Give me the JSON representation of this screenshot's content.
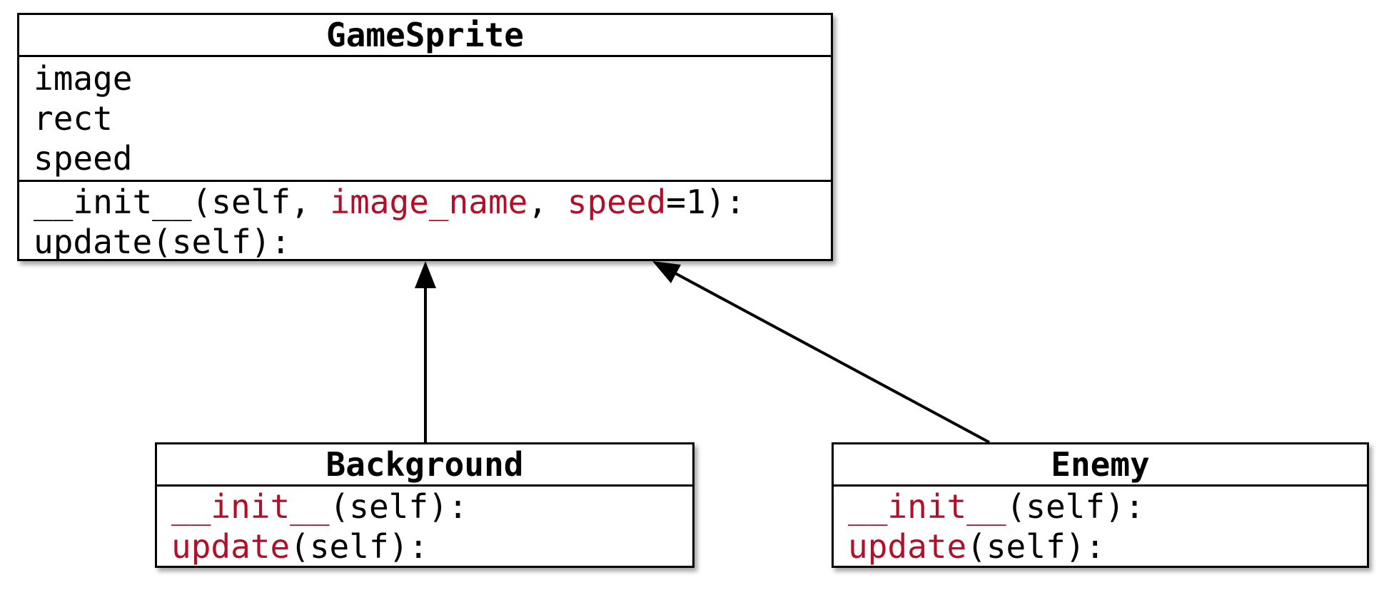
{
  "colors": {
    "highlight": "#b0102a",
    "line": "#000000",
    "background": "#ffffff"
  },
  "classes": {
    "gamesprite": {
      "name": "GameSprite",
      "attributes": [
        "image",
        "rect",
        "speed"
      ],
      "init": {
        "prefix": "__init__(self, ",
        "param1": "image_name",
        "sep": ", ",
        "param2": "speed",
        "suffix": "=1):"
      },
      "update": "update(self):"
    },
    "background": {
      "name": "Background",
      "init_name": "__init__",
      "init_args": "(self):",
      "update_name": "update",
      "update_args": "(self):"
    },
    "enemy": {
      "name": "Enemy",
      "init_name": "__init__",
      "init_args": "(self):",
      "update_name": "update",
      "update_args": "(self):"
    }
  },
  "relations": [
    {
      "from": "Background",
      "to": "GameSprite",
      "type": "inheritance"
    },
    {
      "from": "Enemy",
      "to": "GameSprite",
      "type": "inheritance"
    }
  ]
}
